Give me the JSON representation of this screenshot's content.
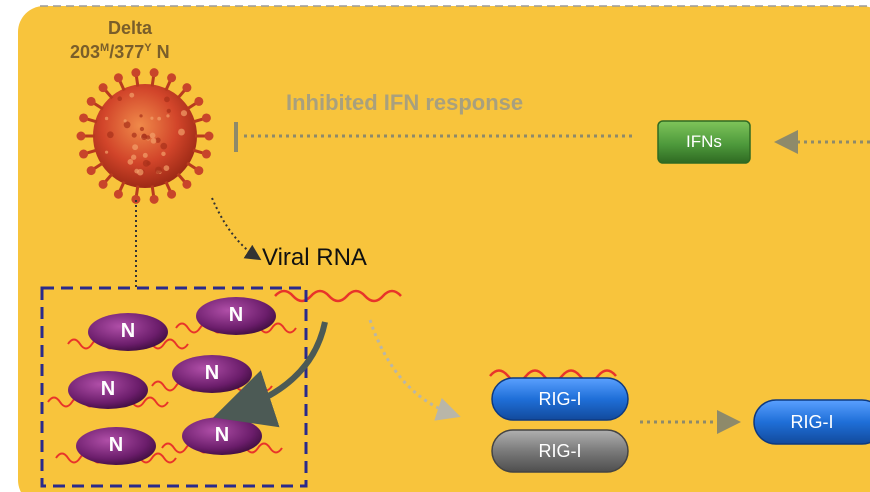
{
  "variant": {
    "name": "Delta",
    "mutation_base": "203",
    "mutation_sup1": "M",
    "mutation_mid": "/377",
    "mutation_sup2": "Y",
    "mutation_protein": " N"
  },
  "labels": {
    "inhibited_ifn": "Inhibited IFN response",
    "viral_rna": "Viral RNA"
  },
  "nodes": {
    "ifns": "IFNs",
    "rig_i_bound": "RIG-I",
    "rig_i_inactive": "RIG-I",
    "rig_i_active": "RIG-I"
  },
  "n_proteins": [
    "N",
    "N",
    "N",
    "N",
    "N",
    "N"
  ],
  "colors": {
    "background": "#f8c43c",
    "ifns": "#4e9a3c",
    "rig_i": "#1f6fd8",
    "rig_i_inactive": "#7a7a7a",
    "n_protein": "#6b1d6b",
    "rna": "#e8342a",
    "virus": "#d2452a",
    "box_border": "#2a2a8c"
  }
}
